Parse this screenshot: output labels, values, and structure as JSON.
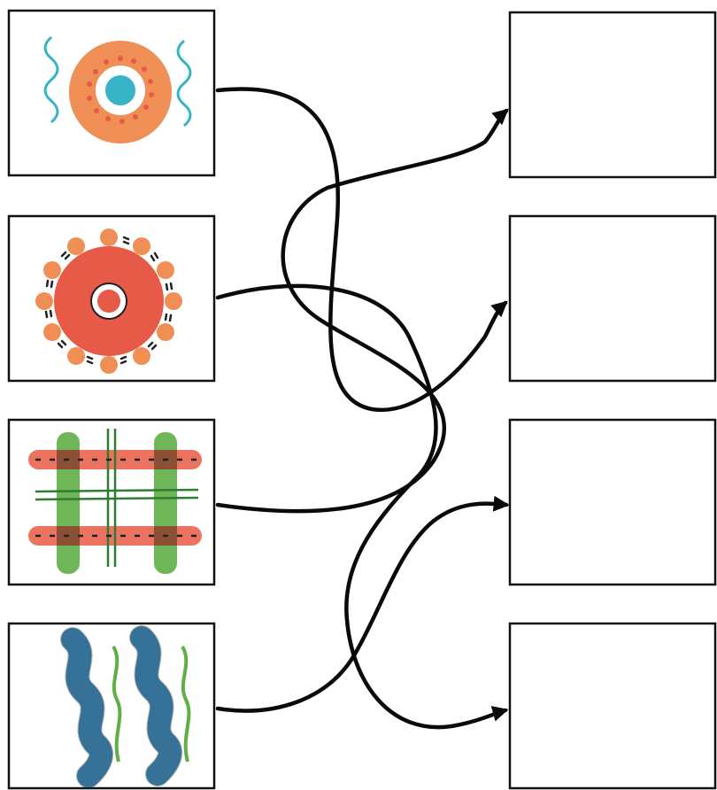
{
  "puzzle": {
    "left_patterns": [
      {
        "id": "pattern-1",
        "icon": "sun-circle-with-waves-icon"
      },
      {
        "id": "pattern-2",
        "icon": "red-circle-with-dot-ring-icon"
      },
      {
        "id": "pattern-3",
        "icon": "plaid-stripes-icon"
      },
      {
        "id": "pattern-4",
        "icon": "blue-wavy-stripes-icon"
      }
    ],
    "right_boxes": [
      {
        "id": "answer-1",
        "content": ""
      },
      {
        "id": "answer-2",
        "content": ""
      },
      {
        "id": "answer-3",
        "content": ""
      },
      {
        "id": "answer-4",
        "content": ""
      }
    ],
    "connections": [
      {
        "from": 1,
        "to": 2
      },
      {
        "from": 2,
        "to": 4
      },
      {
        "from": 3,
        "to": 1
      },
      {
        "from": 4,
        "to": 3
      }
    ]
  },
  "colors": {
    "orange": "#ef8e55",
    "red": "#e85a48",
    "turquoise": "#36b3c4",
    "green": "#5fae46",
    "blue": "#3d97d1",
    "stroke": "#0a0a0a"
  }
}
